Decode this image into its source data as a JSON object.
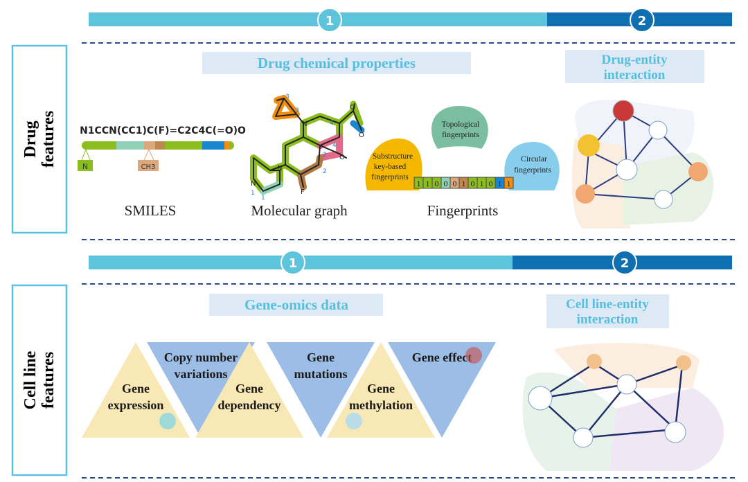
{
  "colors": {
    "bar_light": "#5ec4dc",
    "bar_dark": "#0f6fb0",
    "title_bg": "#dde9f4",
    "title_text": "#56bfe0",
    "side_border": "#5bc0e6",
    "dash": "#2a4a8a",
    "tri_up": "#f8e8b6",
    "tri_down": "#9cbde6"
  },
  "drug": {
    "side_label": [
      "Drug",
      "features"
    ],
    "steps": [
      "1",
      "2"
    ],
    "chem_title": "Drug chemical properties",
    "entity_title": [
      "Drug-entity",
      "interaction"
    ],
    "smiles_string": "N1CCN(CC1)C(F)=C2C4C(=O)O",
    "smiles_tags": [
      "N",
      "CH3"
    ],
    "smiles_caption": "SMILES",
    "graph_caption": "Molecular graph",
    "graph_atoms": [
      "N",
      "N",
      "N",
      "F",
      "O",
      "O",
      "O"
    ],
    "graph_numbers": [
      "1",
      "1",
      "2",
      "2",
      "3",
      "3",
      "4",
      "4"
    ],
    "fp_types": [
      [
        "Substructure",
        "key-based",
        "fingerprints"
      ],
      [
        "Topological",
        "fingerprints"
      ],
      [
        "Circular",
        "fingerprints"
      ]
    ],
    "fp_bits": [
      "1",
      "1",
      "0",
      "0",
      "0",
      "1",
      "0",
      "1",
      "0",
      "1",
      "1"
    ],
    "fp_caption": "Fingerprints"
  },
  "cell": {
    "side_label": [
      "Cell line",
      "features"
    ],
    "steps": [
      "1",
      "2"
    ],
    "omics_title": "Gene-omics data",
    "entity_title": [
      "Cell line-entity",
      "interaction"
    ],
    "omics": [
      {
        "label": [
          "Gene",
          "expression"
        ],
        "dir": "up"
      },
      {
        "label": [
          "Copy number",
          "variations"
        ],
        "dir": "down"
      },
      {
        "label": [
          "Gene",
          "dependency"
        ],
        "dir": "up"
      },
      {
        "label": [
          "Gene",
          "mutations"
        ],
        "dir": "down"
      },
      {
        "label": [
          "Gene",
          "methylation"
        ],
        "dir": "up"
      },
      {
        "label": [
          "Gene effect"
        ],
        "dir": "down"
      }
    ]
  }
}
